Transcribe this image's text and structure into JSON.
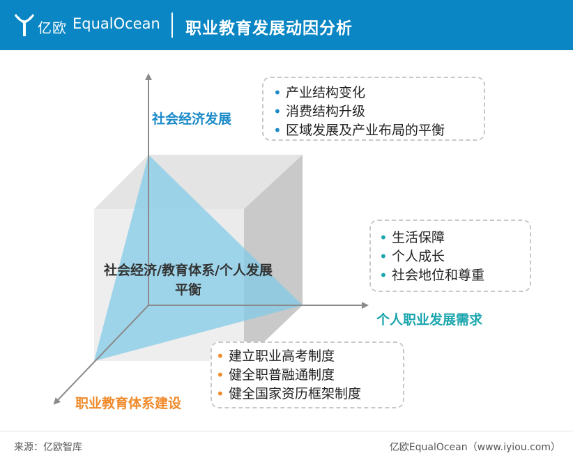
{
  "header": {
    "logo_cn": "亿欧",
    "logo_en": "EqualOcean",
    "title": "职业教育发展动因分析"
  },
  "diagram": {
    "center_line1": "社会经济/教育体系/个人发展",
    "center_line2": "平衡",
    "axis_top": {
      "label": "社会经济发展",
      "items": [
        "产业结构变化",
        "消费结构升级",
        "区域发展及产业布局的平衡"
      ]
    },
    "axis_right": {
      "label": "个人职业发展需求",
      "items": [
        "生活保障",
        "个人成长",
        "社会地位和尊重"
      ]
    },
    "axis_bottom": {
      "label": "职业教育体系建设",
      "items": [
        "建立职业高考制度",
        "健全职普融通制度",
        "健全国家资历框架制度"
      ]
    }
  },
  "footer": {
    "source": "来源：亿欧智库",
    "credit": "亿欧EqualOcean（www.iyiou.com）"
  },
  "colors": {
    "brand": "#0a86c4",
    "top": "#1a8ac8",
    "right": "#19a5ad",
    "bottom": "#f08a2a"
  },
  "icons": [
    "equalocean-logo-icon",
    "arrow-up-icon",
    "arrow-right-icon",
    "arrow-down-left-icon"
  ]
}
